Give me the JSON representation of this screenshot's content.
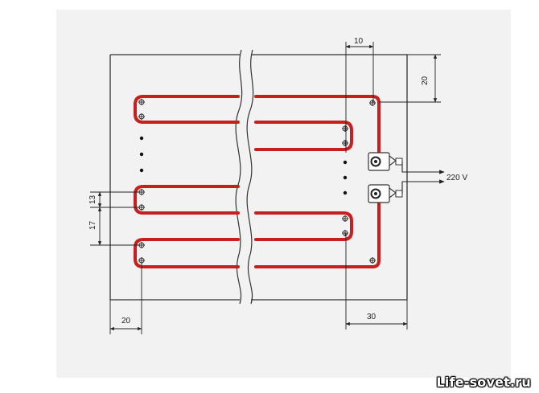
{
  "diagram": {
    "dimensions": {
      "terminal_offset": "10",
      "top_margin": "20",
      "left_margin": "20",
      "right_margin": "30",
      "loop_width": "13",
      "loop_pitch": "17"
    },
    "supply_label": "220 V",
    "colors": {
      "heating_wire": "#c81e1e",
      "plate_outline": "#333333",
      "dimension_lines": "#222222",
      "background_panel": "#f2f2f2"
    },
    "icons": [
      "terminal-icon",
      "pin-icon",
      "break-mark-icon",
      "ellipsis-dots-icon"
    ]
  },
  "watermark": "Life-sovet.ru"
}
